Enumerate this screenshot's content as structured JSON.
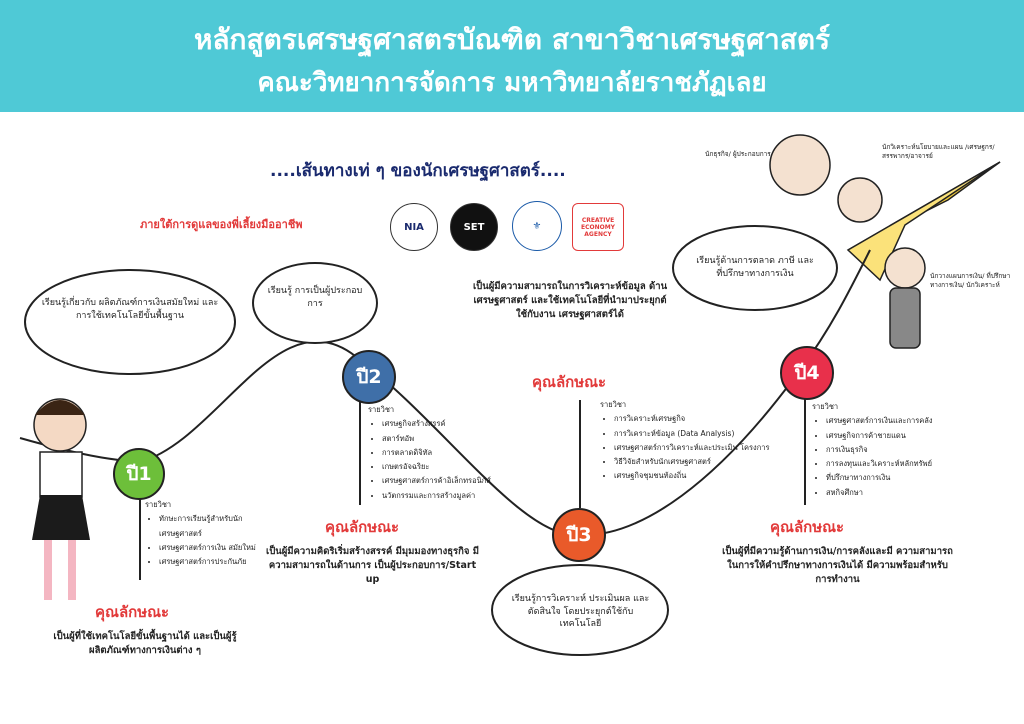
{
  "header": {
    "line1": "หลักสูตรเศรษฐศาสตรบัณฑิต สาขาวิชาเศรษฐศาสตร์",
    "line2": "คณะวิทยาการจัดการ มหาวิทยาลัยราชภัฏเลย"
  },
  "title": "....เส้นทางเท่ ๆ ของนักเศรษฐศาสตร์....",
  "subtitle": "ภายใต้การดูแลของพี่เลี้ยงมืออาชีพ",
  "logos": {
    "nia": "NIA",
    "set": "SET",
    "cea": "CREATIVE ECONOMY AGENCY"
  },
  "careers": {
    "top_left": "นักธุรกิจ/ ผู้ประกอบการ",
    "top_right": "นักวิเคราะห์นโยบายและแผน /เศรษฐกร/สรรพากร/อาจารย์",
    "right": "นักวางแผนการเงิน/ ที่ปรึกษาทางการเงิน/ นักวิเคราะห์"
  },
  "clouds": {
    "c1": "เรียนรู้เกี่ยวกับ ผลิตภัณฑ์การเงินสมัยใหม่ และการใช้เทคโนโลยีขั้นพื้นฐาน",
    "c2": "เรียนรู้ การเป็นผู้ประกอบการ",
    "c3": "เรียนรู้ด้านการตลาด ภาษี และที่ปรึกษาทางการเงิน",
    "c4": "เรียนรู้การวิเคราะห์ ประเมินผล และตัดสินใจ โดยประยุกต์ใช้กับเทคโนโลยี"
  },
  "years": {
    "y1": {
      "label": "ปี1",
      "heading": "รายวิชา",
      "subjects": [
        "ทักษะการเรียนรู้สำหรับนัก เศรษฐศาสตร์",
        "เศรษฐศาสตร์การเงิน สมัยใหม่",
        "เศรษฐศาสตร์การประกันภัย"
      ],
      "quality": "คุณลักษณะ",
      "desc": "เป็นผู้ที่ใช้เทคโนโลยีขั้นพื้นฐานได้ และเป็นผู้รู้ผลิตภัณฑ์ทางการเงินต่าง ๆ"
    },
    "y2": {
      "label": "ปี2",
      "heading": "รายวิชา",
      "subjects": [
        "เศรษฐกิจสร้างสรรค์",
        "สตาร์ทอัพ",
        "การตลาดดิจิทัล",
        "เกษตรอัจฉริยะ",
        "เศรษฐศาสตร์การค้าอิเล็กทรอนิกส์",
        "นวัตกรรมและการสร้างมูลค่า"
      ],
      "quality": "คุณลักษณะ",
      "desc": "เป็นผู้มีความคิดริเริ่มสร้างสรรค์ มีมุมมองทางธุรกิจ มีความสามารถในด้านการ เป็นผู้ประกอบการ/Start up"
    },
    "y3": {
      "label": "ปี3",
      "heading": "รายวิชา",
      "subjects": [
        "การวิเคราะห์เศรษฐกิจ",
        "การวิเคราะห์ข้อมูล (Data Analysis)",
        "เศรษฐศาสตร์การวิเคราะห์และประเมิน โครงการ",
        "วิธีวิจัยสำหรับนักเศรษฐศาสตร์",
        "เศรษฐกิจชุมชนท้องถิ่น"
      ],
      "quality": "คุณลักษณะ",
      "desc": "เป็นผู้มีความสามารถในการวิเคราะห์ข้อมูล ด้านเศรษฐศาสตร์ และใช้เทคโนโลยีที่นำมาประยุกต์ใช้กับงาน เศรษฐศาสตร์ได้"
    },
    "y4": {
      "label": "ปี4",
      "heading": "รายวิชา",
      "subjects": [
        "เศรษฐศาสตร์การเงินและการคลัง",
        "เศรษฐกิจการค้าชายแดน",
        "การเงินธุรกิจ",
        "การลงทุนและวิเคราะห์หลักทรัพย์",
        "ที่ปรึกษาทางการเงิน",
        "สหกิจศึกษา"
      ],
      "quality": "คุณลักษณะ",
      "desc": "เป็นผู้ที่มีความรู้ด้านการเงิน/การคลังและมี ความสามารถในการให้คำปรึกษาทางการเงินได้ มีความพร้อมสำหรับการทำงาน"
    }
  },
  "colors": {
    "header": "#4fc9d6",
    "y1": "#6dbf3a",
    "y2": "#3f6fa8",
    "y3": "#e95a2a",
    "y4": "#e8304b",
    "accent": "#e23a3a"
  }
}
